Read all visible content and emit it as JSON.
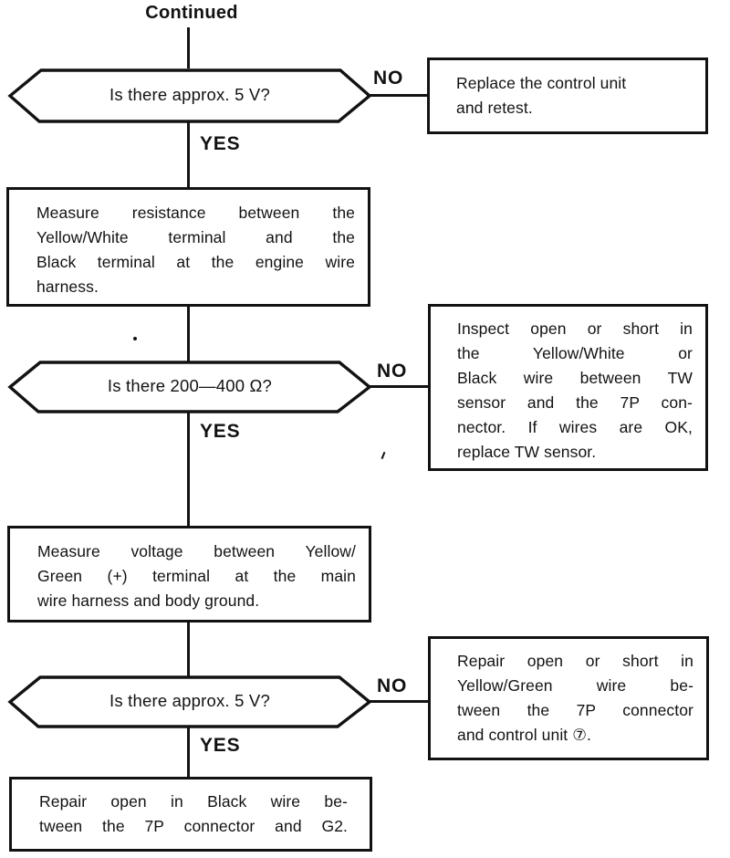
{
  "page": {
    "title": "Continued",
    "colors": {
      "ink": "#121212",
      "paper": "#ffffff"
    }
  },
  "labels": {
    "yes": "YES",
    "no": "NO"
  },
  "flow": {
    "decision1": {
      "question": "Is there approx. 5 V?"
    },
    "action_no1": {
      "lines": [
        "Replace the control unit",
        "and retest."
      ]
    },
    "process1": {
      "lines": [
        "Measure resistance between the",
        "Yellow/White terminal and the",
        "Black terminal at the engine wire",
        "harness."
      ]
    },
    "decision2": {
      "question": "Is there 200—400 Ω?"
    },
    "action_no2": {
      "lines": [
        "Inspect open or short in",
        "the Yellow/White or",
        "Black wire between TW",
        "sensor and the 7P con-",
        "nector. If wires are OK,",
        "replace TW sensor."
      ]
    },
    "process2": {
      "lines": [
        "Measure voltage between Yellow/",
        "Green (+) terminal at the main",
        "wire harness and body ground."
      ]
    },
    "decision3": {
      "question": "Is there approx. 5 V?"
    },
    "action_no3": {
      "lines": [
        "Repair open or short in",
        "Yellow/Green wire be-",
        "tween the 7P connector",
        "and control unit ⑦."
      ]
    },
    "process3": {
      "lines": [
        "Repair open in Black wire be-",
        "tween the 7P connector and G2."
      ]
    }
  }
}
